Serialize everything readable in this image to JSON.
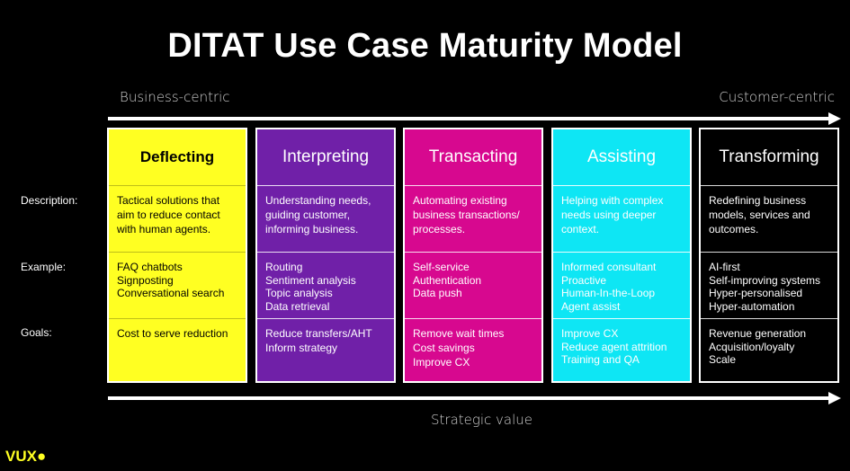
{
  "title": "DITAT Use Case Maturity Model",
  "axis": {
    "left_label": "Business-centric",
    "right_label": "Customer-centric",
    "bottom_label": "Strategic value"
  },
  "row_labels": {
    "description": "Description:",
    "example": "Example:",
    "goals": "Goals:"
  },
  "columns": [
    {
      "name": "Deflecting",
      "color": "#ffff22",
      "description": "Tactical solutions that aim to reduce contact with human agents.",
      "examples": [
        "FAQ chatbots",
        "Signposting",
        "Conversational search"
      ],
      "goals": [
        "Cost to serve reduction"
      ]
    },
    {
      "name": "Interpreting",
      "color": "#7020a8",
      "description": "Understanding needs, guiding customer, informing business.",
      "examples": [
        "Routing",
        "Sentiment analysis",
        "Topic analysis",
        "Data retrieval"
      ],
      "goals": [
        "Reduce transfers/AHT",
        "Inform strategy"
      ]
    },
    {
      "name": "Transacting",
      "color": "#d7088f",
      "description": "Automating existing business transactions/ processes.",
      "examples": [
        "Self-service",
        "Authentication",
        "Data push"
      ],
      "goals": [
        "Remove wait times",
        "Cost savings",
        "Improve CX"
      ]
    },
    {
      "name": "Assisting",
      "color": "#0ee6f4",
      "description": "Helping with complex needs using deeper context.",
      "examples": [
        "Informed consultant",
        "Proactive",
        "Human-In-the-Loop",
        "Agent assist"
      ],
      "goals": [
        "Improve CX",
        "Reduce agent attrition",
        "Training and QA"
      ]
    },
    {
      "name": "Transforming",
      "color": "#000000",
      "description": "Redefining business models, services and outcomes.",
      "examples": [
        "AI-first",
        "Self-improving systems",
        "Hyper-personalised",
        "Hyper-automation"
      ],
      "goals": [
        "Revenue generation",
        "Acquisition/loyalty",
        "Scale"
      ]
    }
  ],
  "logo": "VUX●"
}
